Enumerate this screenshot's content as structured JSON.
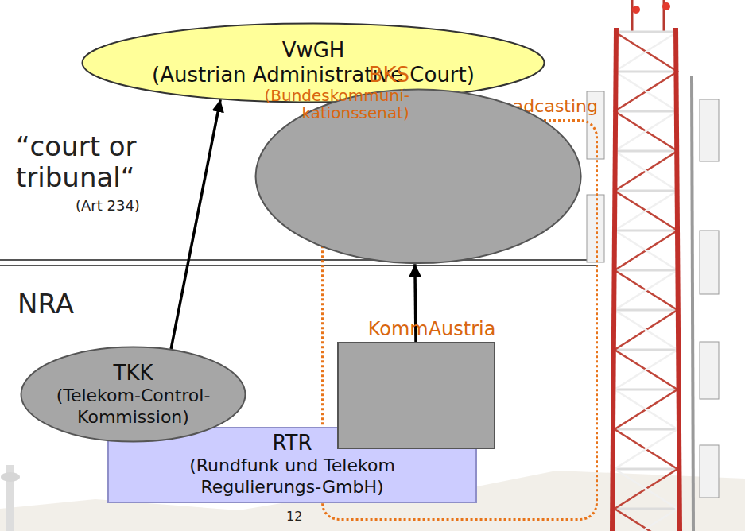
{
  "diagram": {
    "nodes": [
      {
        "text": [
          "VwGH",
          "(Austrian Administrative Court)"
        ]
      },
      {
        "text": [
          "broadcasting"
        ]
      },
      {
        "text": [
          "BKS",
          "(Bundeskommuni-kationssenat)"
        ],
        "in": 1
      },
      {
        "text": [
          "TKK",
          "(Telekom-Control-Kommission)"
        ]
      },
      {
        "text": [
          "KommAustria"
        ],
        "in": 1
      },
      {
        "text": [
          "RTR",
          "(Rundfunk und Telekom Regulierungs-GmbH)"
        ]
      }
    ],
    "edges": [
      {
        "from": 3,
        "to": 0,
        "arrow": "to"
      },
      {
        "from": 2,
        "to": 0,
        "arrow": "to"
      },
      {
        "from": 4,
        "to": 2,
        "arrow": "to"
      }
    ],
    "labels": [
      "“court or tribunal“",
      "(Art 234)",
      "NRA",
      "12"
    ]
  }
}
